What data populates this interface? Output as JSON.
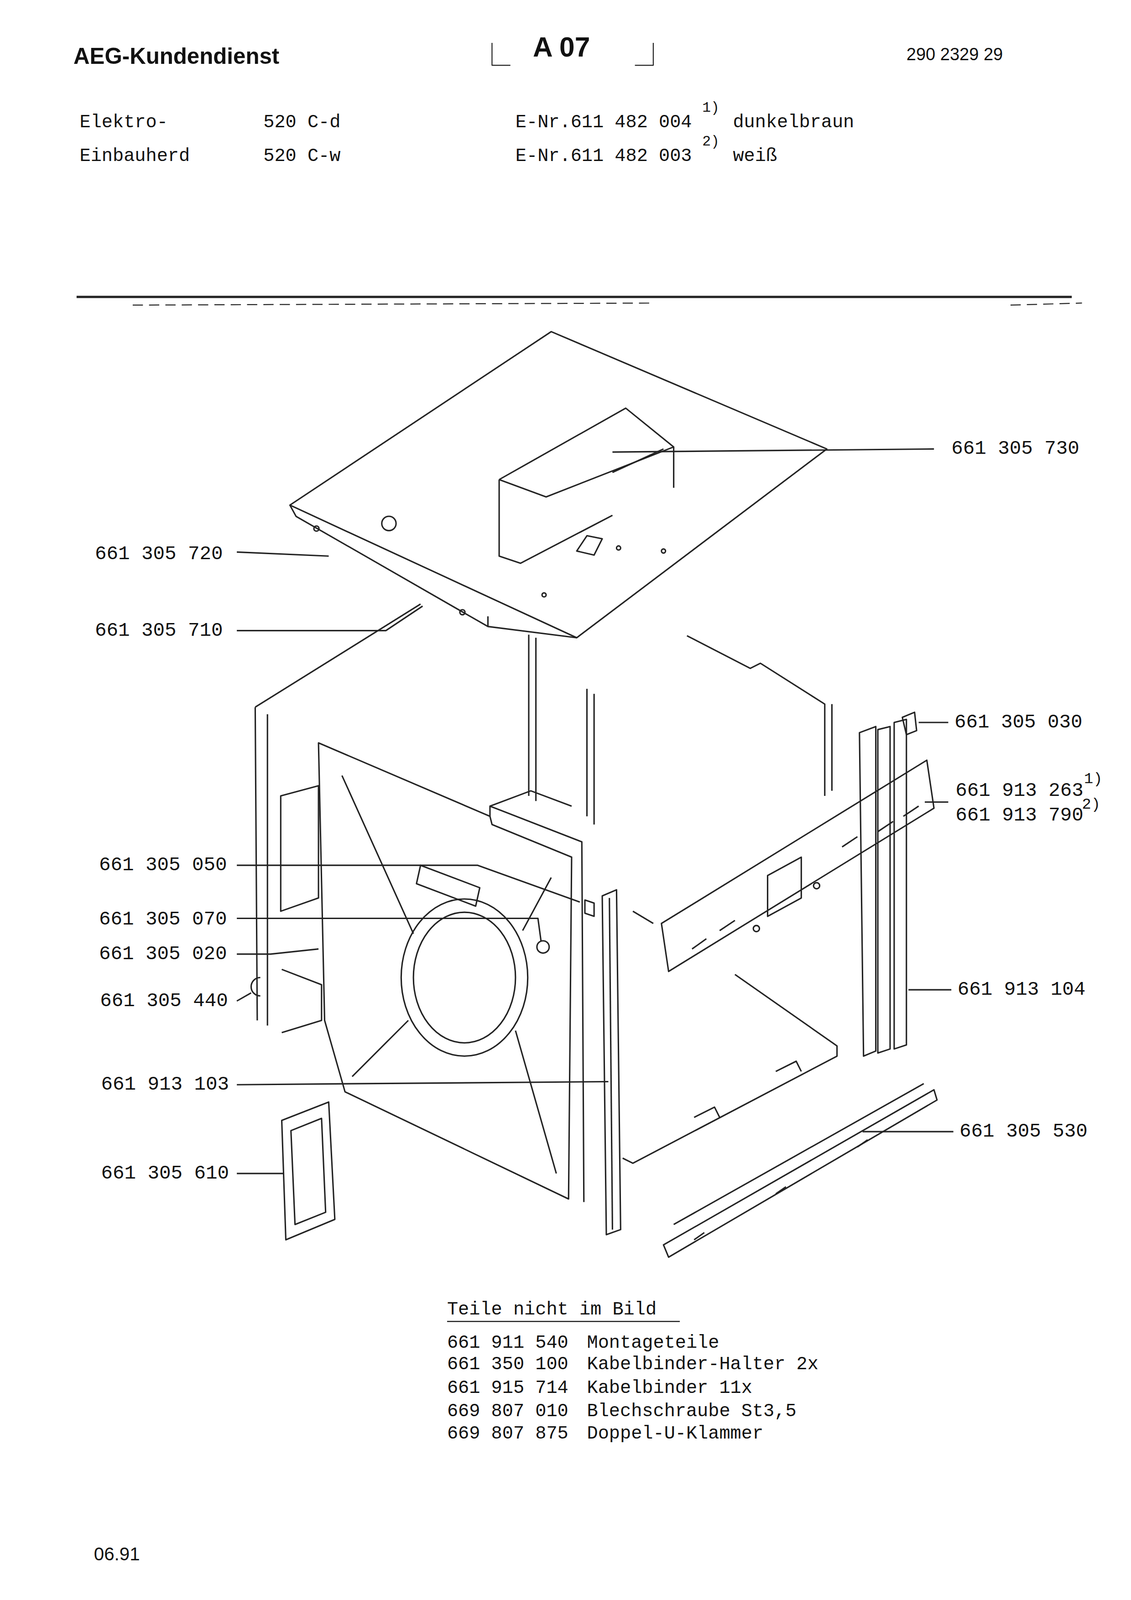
{
  "diagram": {
    "title": "AEG-Kundendienst",
    "labels": [
      "A 07",
      "290 2329 29",
      "Elektro-",
      "Einbauherd",
      "520 C-d",
      "520 C-w",
      "E-Nr.611 482 004",
      "1)",
      "dunkelbraun",
      "E-Nr.611 482 003",
      "2)",
      "weiß",
      "661 305 730",
      "661 305 720",
      "661 305 710",
      "661 305 030",
      "661 913 263",
      "1)",
      "661 913 790",
      "2)",
      "661 305 050",
      "661 305 070",
      "661 305 020",
      "661 305 440",
      "661 913 104",
      "661 913 103",
      "661 305 530",
      "661 305 610",
      "Teile nicht im Bild",
      "661 911 540",
      "Montageteile",
      "661 350 100",
      "Kabelbinder-Halter 2x",
      "661 915 714",
      "Kabelbinder 11x",
      "669 807 010",
      "Blechschraube St3,5",
      "669 807 875",
      "Doppel-U-Klammer",
      "06.91"
    ]
  }
}
